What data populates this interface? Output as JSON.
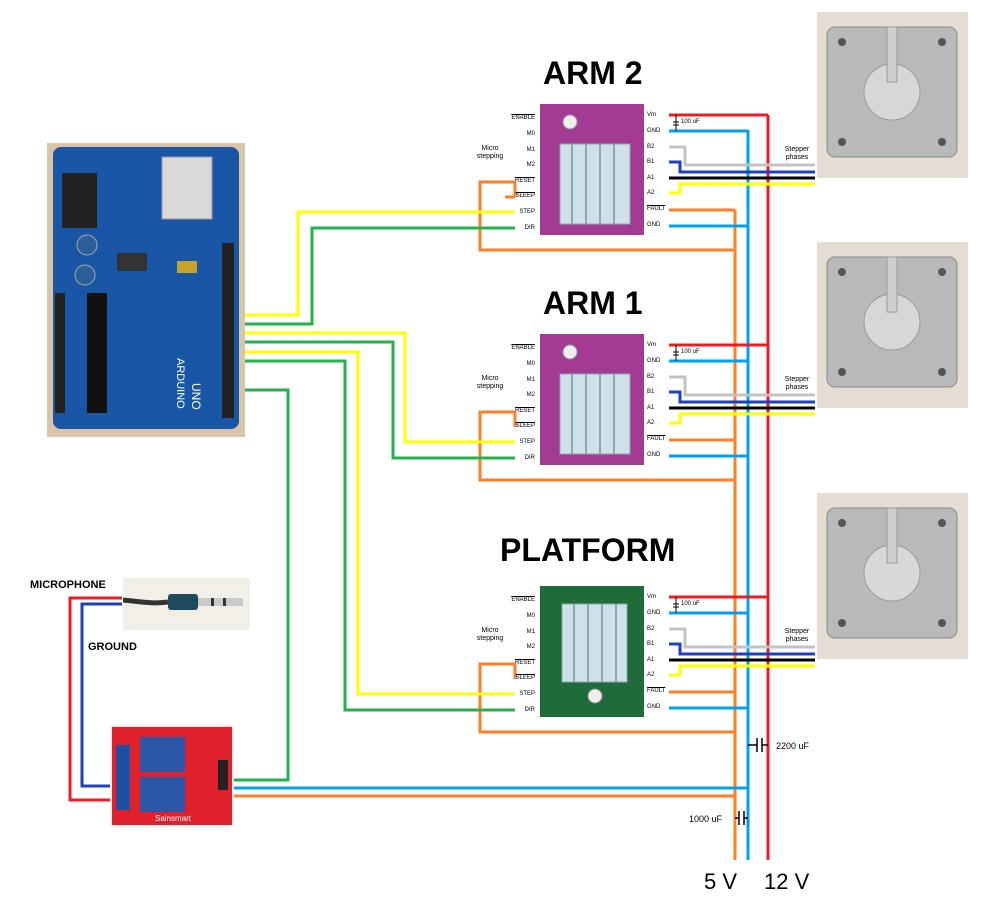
{
  "titles": {
    "arm2": "ARM 2",
    "arm1": "ARM 1",
    "platform": "PLATFORM"
  },
  "driver_pins": {
    "left": [
      "ENABLE",
      "M0",
      "M1",
      "M2",
      "RESET",
      "SLEEP",
      "STEP",
      "DIR"
    ],
    "right": [
      "Vm",
      "GND",
      "B2",
      "B1",
      "A1",
      "A2",
      "FAULT",
      "GND"
    ],
    "microstepping": "Micro stepping",
    "cap": "100 uF",
    "stepper_phases": "Stepper phases"
  },
  "labels": {
    "microphone": "MICROPHONE",
    "ground": "GROUND",
    "cap_2200": "2200 uF",
    "cap_1000": "1000 uF",
    "rail_5v": "5 V",
    "rail_12v": "12 V",
    "arduino_text": "ARDUINO",
    "uno_text": "UNO",
    "relay_text": "Sainsmart"
  },
  "colors": {
    "wire_yellow": "#ffff00",
    "wire_green": "#22b14c",
    "wire_orange": "#ff7f27",
    "wire_blue": "#00a2e8",
    "wire_red": "#ed1c24",
    "wire_dark_blue": "#1f3fbf",
    "wire_gray": "#c3c3c3",
    "wire_black": "#000000",
    "arduino_board": "#1a56a6",
    "driver_purple": "#a33a93",
    "driver_green": "#1f6b3a",
    "relay_red": "#e0202a"
  }
}
